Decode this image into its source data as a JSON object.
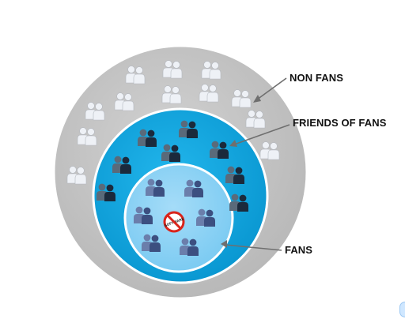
{
  "labels": {
    "non_fans": "NON FANS",
    "friends_of_fans": "FRIENDS OF FANS",
    "fans": "FANS"
  },
  "center_badge": {
    "text": "SOFTWARE"
  },
  "colors": {
    "outer_ring": "#c5c5c5",
    "middle_ring": "#11a6e0",
    "inner_ring": "#8fd3f6",
    "non_fan_people": "#eef1f6",
    "friend_people_front": "#1b2a3c",
    "friend_people_back": "#5a6a7a",
    "fan_people": "#3c4f80",
    "badge_stroke": "#d9241b"
  },
  "icons": {
    "person_pair": "people-pair-icon",
    "no_software": "no-software-badge-icon"
  }
}
